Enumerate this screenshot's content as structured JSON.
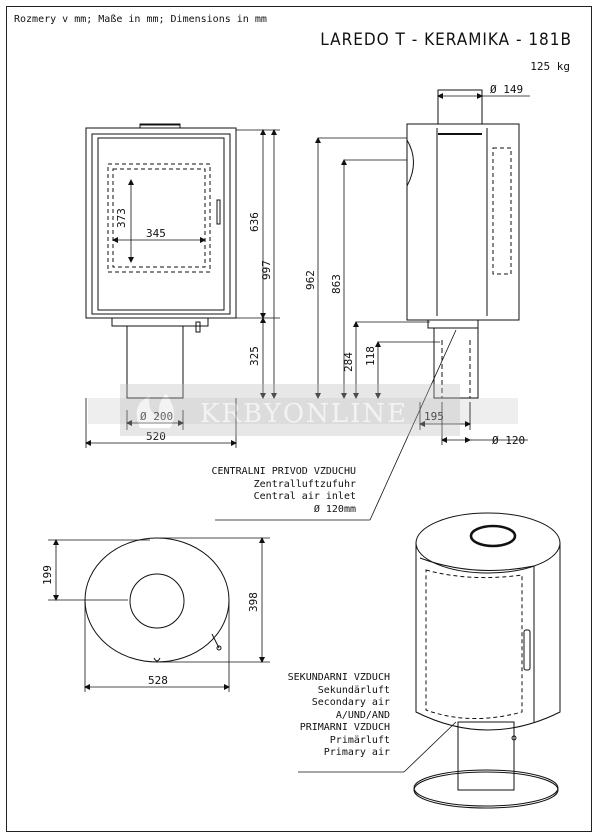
{
  "header": {
    "units": "Rozmery v mm; Maße in mm; Dimensions in mm"
  },
  "product": {
    "name": "LAREDO T - KERAMIKA - 181B",
    "weight": "125 kg"
  },
  "dimensions": {
    "flue_diameter": "Ø 149",
    "width_glass": "345",
    "height_glass": "373",
    "body_height": "636",
    "total_height": "997",
    "height_962": "962",
    "height_863": "863",
    "base_height": "325",
    "height_284": "284",
    "height_118": "118",
    "base_diameter": "Ø 200",
    "front_width": "520",
    "depth_195": "195",
    "air_inlet_diameter": "Ø 120",
    "top_depth": "199",
    "top_depth_total": "398",
    "top_width": "528"
  },
  "central_air": [
    "CENTRALNI PRIVOD VZDUCHU",
    "Zentralluftzufuhr",
    "Central air inlet",
    "Ø 120mm"
  ],
  "air_labels": [
    "SEKUNDARNI VZDUCH",
    "Sekundärluft",
    "Secondary air",
    "A/UND/AND",
    "PRIMARNI VZDUCH",
    "Primärluft",
    "Primary air"
  ],
  "watermark": "KRBYONLINE"
}
